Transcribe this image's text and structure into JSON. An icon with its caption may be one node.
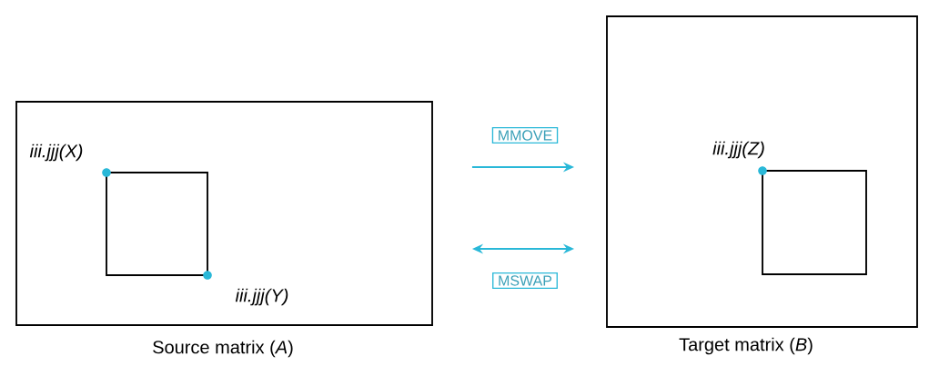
{
  "diagram": {
    "nodes": [
      {
        "text": [
          "Source matrix (*A*)"
        ]
      },
      {
        "text": [],
        "shape": "box",
        "in": 0,
        "beside": [
          "*iii.jjj*(*X*)",
          "*iii.jjj*(*Y*)"
        ]
      },
      {
        "text": [
          "Target matrix (*B*)"
        ]
      },
      {
        "text": [],
        "shape": "box",
        "in": 2,
        "beside": [
          "*iii.jjj*(*Z*)"
        ]
      }
    ],
    "edges": [
      {
        "from": 0,
        "to": 2,
        "arrow": "to",
        "label": "MMOVE"
      },
      {
        "from": 0,
        "to": 2,
        "arrow": "both",
        "label": "MSWAP"
      }
    ]
  }
}
